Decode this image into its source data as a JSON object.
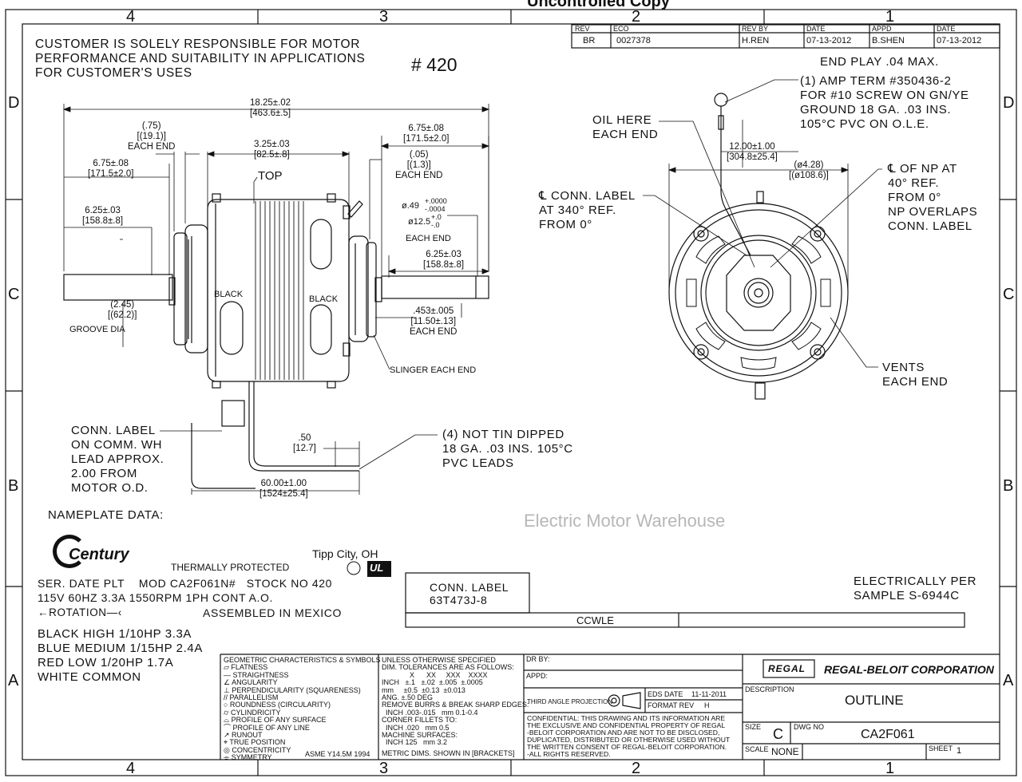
{
  "header": {
    "title": "Uncontrolled Copy"
  },
  "zones": {
    "cols": [
      "4",
      "3",
      "2",
      "1"
    ],
    "rows": [
      "D",
      "C",
      "B",
      "A"
    ]
  },
  "revision": {
    "headers": [
      "REV",
      "ECO",
      "REV BY",
      "DATE",
      "APPD",
      "DATE"
    ],
    "values": [
      "BR",
      "0027378",
      "H.REN",
      "07-13-2012",
      "B.SHEN",
      "07-13-2012"
    ]
  },
  "notes": {
    "customer": "CUSTOMER IS SOLELY RESPONSIBLE FOR MOTOR\nPERFORMANCE AND SUITABILITY IN APPLICATIONS\nFOR CUSTOMER'S USES",
    "number": "# 420",
    "end_play": "END PLAY .04 MAX.",
    "amp_term": "(1) AMP TERM #350436-2\nFOR #10 SCREW ON GN/YE\nGROUND 18 GA. .03 INS.\n105°C PVC ON O.L.E.",
    "oil_here": "OIL HERE\nEACH END",
    "conn_label_ref": "℄ CONN. LABEL\nAT 340° REF.\nFROM 0°",
    "np_ref": "℄ OF NP AT\n40° REF.\nFROM 0°\nNP OVERLAPS\nCONN. LABEL",
    "vents": "VENTS\nEACH END",
    "conn_label_comm": "CONN. LABEL\nON COMM. WH\nLEAD APPROX.\n2.00 FROM\nMOTOR O.D.",
    "not_tin": "(4) NOT TIN DIPPED\n18 GA. .03 INS. 105°C\nPVC LEADS",
    "nameplate": "NAMEPLATE DATA:",
    "electrically": "ELECTRICALLY PER\nSAMPLE S-6944C"
  },
  "dims": {
    "overall": "18.25±.02\n[463.6±.5]",
    "d75": "(.75)\n[(19.1)]\nEACH END",
    "left675": "6.75±.08\n[171.5±2.0]",
    "d325": "3.25±.03\n[82.5±.8]",
    "top": "TOP",
    "left625": "6.25±.03\n[158.8±.8]",
    "right675": "6.75±.08\n[171.5±2.0]",
    "d05": "(.05)\n[(1.3)]\nEACH END",
    "shaft_dia": "ø.49",
    "shaft_tol": "+.0000\n-.0004",
    "shaft_mm": "ø12.5",
    "shaft_mm_tol": "+.0\n-.0",
    "shaft_each": "EACH END",
    "right625": "6.25±.03\n[158.8±.8]",
    "groove": "(2.45)\n[(62.2)]",
    "groove_dia": "GROOVE DIA",
    "d453": ".453±.005\n[11.50±.13]\nEACH END",
    "slinger": "SLINGER EACH END",
    "black_left": "BLACK",
    "black_right": "BLACK",
    "d50": ".50\n[12.7]",
    "lead_len": "60.00±1.00\n[1524±25.4]",
    "ground_len": "12.00±1.00\n[304.8±25.4]",
    "od": "(ø4.28)\n[(ø108.6)]"
  },
  "nameplate": {
    "brand": "Century",
    "thermal": "THERMALLY PROTECTED",
    "city": "Tipp City, OH",
    "ul": "UL",
    "line1": "SER. DATE PLT    MOD CA2F061N#   STOCK NO 420",
    "line2": "115V 60HZ 3.3A 1550RPM 1PH CONT A.O.",
    "rotation": "←ROTATION—‹",
    "assembled": "ASSEMBLED IN MEXICO",
    "leads": "BLACK HIGH 1/10HP 3.3A\nBLUE MEDIUM 1/15HP 2.4A\nRED LOW 1/20HP 1.7A\nWHITE COMMON"
  },
  "conn_box": {
    "label": "CONN. LABEL\n63T473J-8",
    "ccwle": "CCWLE"
  },
  "watermark": "Electric Motor Warehouse",
  "title_block": {
    "geometric": "GEOMETRIC CHARACTERISTICS & SYMBOLS\n⏥ FLATNESS\n— STRAIGHTNESS\n∠ ANGULARITY\n⊥ PERPENDICULARITY (SQUARENESS)\n// PARALLELISM\n○ ROUNDNESS (CIRCULARITY)\n⌭ CYLINDRICITY\n⌓ PROFILE OF ANY SURFACE\n⌒ PROFILE OF ANY LINE\n↗ RUNOUT\n⌖ TRUE POSITION\n◎ CONCENTRICITY\n⌯ SYMMETRY",
    "asme": "ASME Y14.5M 1994",
    "tolerances": "UNLESS OTHERWISE SPECIFIED\nDIM. TOLERANCES ARE AS FOLLOWS:\n              X      XX     XXX    XXXX\nINCH   ±.1   ±.02  ±.005  ±.0005\nmm     ±0.5  ±0.13  ±0.013\nANG. ±.50 DEG\nREMOVE BURRS & BREAK SHARP EDGES:\n  INCH .003-.015   mm 0.1-0.4\nCORNER FILLETS TO:\n  INCH .020   mm 0.5\nMACHINE SURFACES:\n  INCH 125   mm 3.2",
    "metric": "METRIC DIMS. SHOWN IN [BRACKETS]",
    "dr_by": "DR BY:",
    "appd": "APPD:",
    "third_angle": "THIRD ANGLE PROJECTION",
    "eds_date_label": "EDS DATE",
    "eds_date": "11-11-2011",
    "format_rev_label": "FORMAT REV",
    "format_rev": "H",
    "confidential": "CONFIDENTIAL: THIS DRAWING AND ITS INFORMATION ARE\nTHE EXCLUSIVE AND CONFIDENTIAL PROPERTY OF REGAL\n-BELOIT CORPORATION AND ARE NOT TO BE DISCLOSED,\nDUPLICATED, DISTRIBUTED OR OTHERWISE USED WITHOUT\nTHE WRITTEN CONSENT OF REGAL-BELOIT CORPORATION.\n-ALL RIGHTS RESERVED.",
    "regal_logo": "REGAL",
    "company": "REGAL-BELOIT CORPORATION",
    "description_label": "DESCRIPTION",
    "description": "OUTLINE",
    "size_label": "SIZE",
    "size": "C",
    "dwg_no_label": "DWG NO",
    "dwg_no": "CA2F061",
    "scale_label": "SCALE",
    "scale": "NONE",
    "sheet_label": "SHEET",
    "sheet": "1"
  }
}
